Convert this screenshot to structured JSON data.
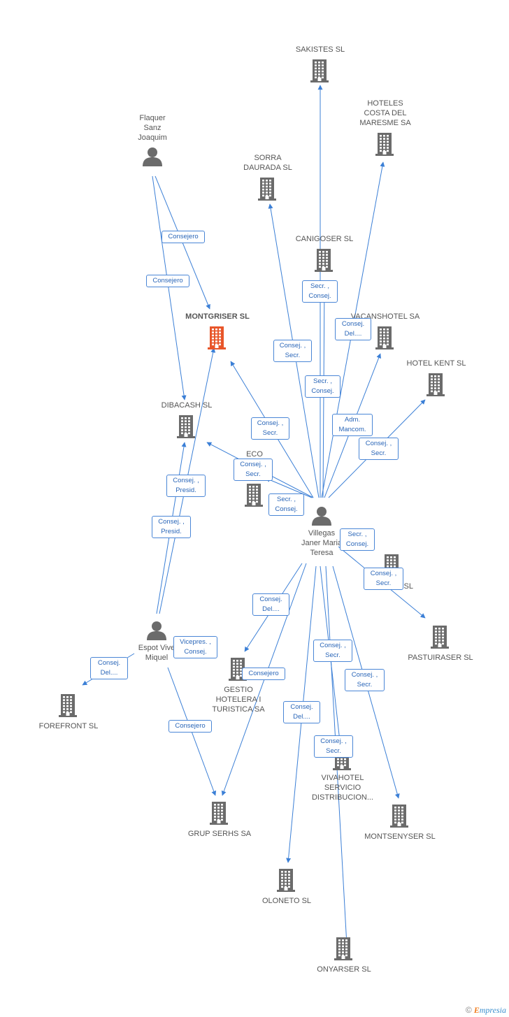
{
  "colors": {
    "edge": "#3b7fd6",
    "building": "#6b6b6b",
    "building_focus": "#e8562a",
    "person": "#6b6b6b"
  },
  "nodes": {
    "sakistes": {
      "label": "SAKISTES SL",
      "type": "company"
    },
    "hoteles_costa": {
      "label": "HOTELES\nCOSTA DEL\nMARESME SA",
      "type": "company"
    },
    "sorra": {
      "label": "SORRA\nDAURADA SL",
      "type": "company"
    },
    "canigoser": {
      "label": "CANIGOSER SL",
      "type": "company"
    },
    "flaquer": {
      "label": "Flaquer\nSanz\nJoaquim",
      "type": "person"
    },
    "montgriser": {
      "label": "MONTGRISER SL",
      "type": "company-focus"
    },
    "vacanshotel": {
      "label": "VACANSHOTEL SA",
      "type": "company"
    },
    "hotel_kent": {
      "label": "HOTEL KENT SL",
      "type": "company"
    },
    "dibacash": {
      "label": "DIBACASH SL",
      "type": "company"
    },
    "eco": {
      "label": "ECO",
      "type": "company"
    },
    "villegas": {
      "label": "Villegas\nJaner Maria\nTeresa",
      "type": "person"
    },
    "mo_ser": {
      "label": "MO      SER SL",
      "type": "company"
    },
    "pastuiraser": {
      "label": "PASTUIRASER SL",
      "type": "company"
    },
    "espot": {
      "label": "Espot Vive\nMiquel",
      "type": "person"
    },
    "forefront": {
      "label": "FOREFRONT SL",
      "type": "company"
    },
    "gestio": {
      "label": "GESTIO\nHOTELERA I\nTURISTICA SA",
      "type": "company"
    },
    "grup_serhs": {
      "label": "GRUP SERHS SA",
      "type": "company"
    },
    "vivahotel": {
      "label": "VIVAHOTEL\nSERVICIO\nDISTRIBUCION...",
      "type": "company"
    },
    "montsenyser": {
      "label": "MONTSENYSER SL",
      "type": "company"
    },
    "oloneto": {
      "label": "OLONETO  SL",
      "type": "company"
    },
    "onyarser": {
      "label": "ONYARSER SL",
      "type": "company"
    }
  },
  "relations": {
    "flaquer_montgriser": "Consejero",
    "flaquer_dibacash": "Consejero",
    "v_canigoser": "Secr. ,\nConsej.",
    "v_hoteles": "Consej.\nDel....",
    "v_sorra": "Consej. ,\nSecr.",
    "v_sakistes": "Secr. ,\nConsej.",
    "v_montgriser": "Consej. ,\nSecr.",
    "v_vacanshotel": "Adm.\nMancom.",
    "v_kent": "Consej. ,\nSecr.",
    "v_dibacash": "Consej. ,\nSecr.",
    "v_eco": "Secr. ,\nConsej.",
    "v_moser": "Secr. ,\nConsej.",
    "v_pastuiraser": "Consej. ,\nSecr.",
    "v_gestio": "Consej.\nDel....",
    "v_vivahotel": "Consej. ,\nSecr.",
    "v_montsenyser": "Consej. ,\nSecr.",
    "v_oloneto": "Consej.\nDel....",
    "v_onyarser": "Consej. ,\nSecr.",
    "v_grup": "Consejero",
    "espot_montgriser": "Consej. ,\nPresid.",
    "espot_dibacash": "Consej. ,\nPresid.",
    "espot_forefront": "Consej.\nDel....",
    "espot_grup": "Consejero",
    "espot_vicepres": "Vicepres. ,\nConsej."
  },
  "footer": {
    "copyright": "©",
    "brand_initial": "E",
    "brand_rest": "mpresia"
  }
}
